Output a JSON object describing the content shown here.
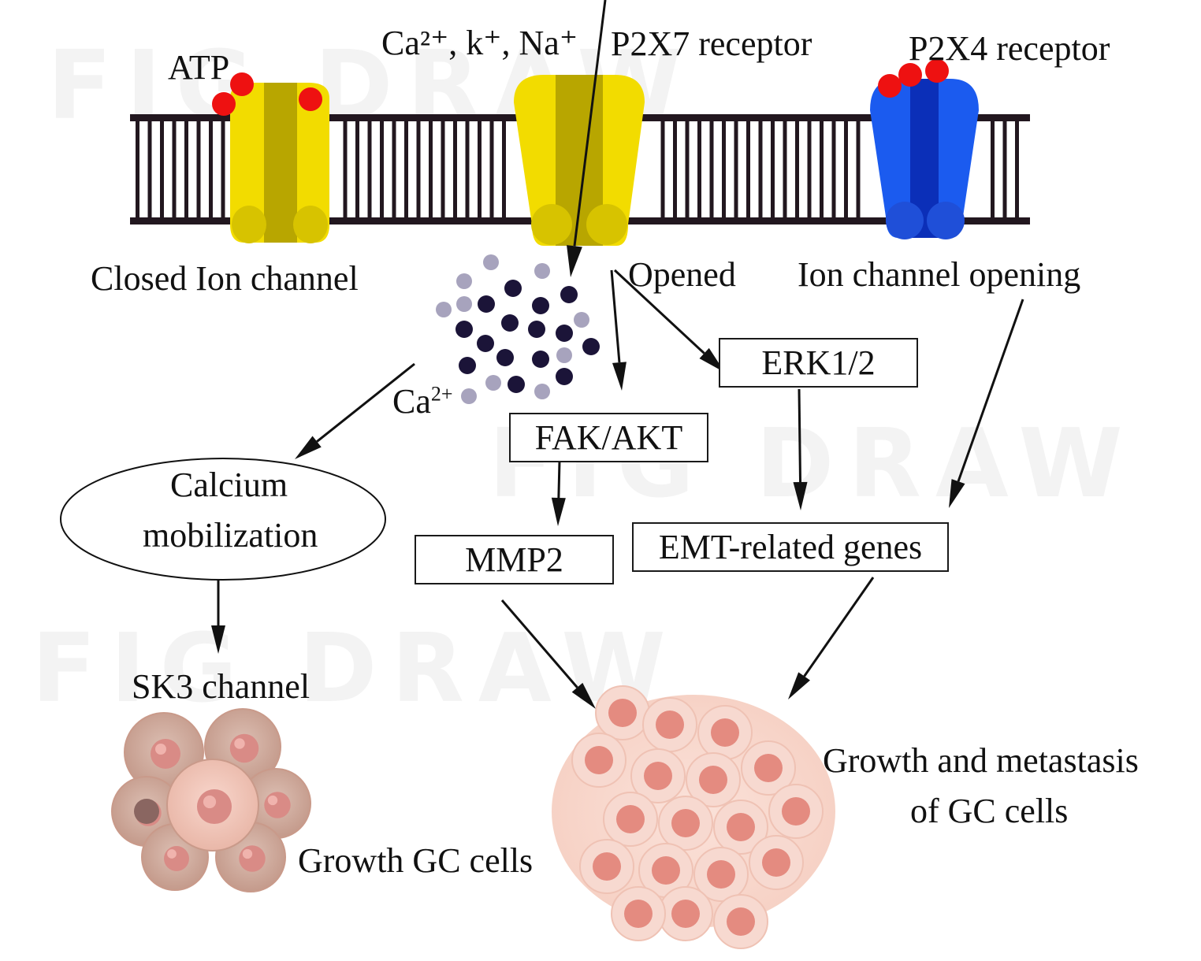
{
  "labels": {
    "atp": "ATP",
    "ions": "Ca²⁺, k⁺, Na⁺",
    "p2x7": "P2X7 receptor",
    "p2x4": "P2X4 receptor",
    "closed_channel": "Closed Ion channel",
    "opened": "Opened",
    "channel_opening": "Ion channel opening",
    "ca_label_base": "Ca",
    "ca_label_sup": "2+",
    "calcium_mobilization_line1": "Calcium",
    "calcium_mobilization_line2": "mobilization",
    "sk3": "SK3 channel",
    "growth_gc": "Growth GC cells",
    "growth_metastasis_line1": "Growth and metastasis",
    "growth_metastasis_line2": "of GC cells"
  },
  "boxes": {
    "erk": "ERK1/2",
    "fak_akt": "FAK/AKT",
    "mmp2": "MMP2",
    "emt": "EMT-related genes"
  },
  "watermark": "FIG DRAW",
  "colors": {
    "membrane": "#22171f",
    "p2x_yellow": "#f2dc00",
    "p2x_yellow_dark": "#b8a600",
    "p2x4_blue": "#1b5bef",
    "p2x4_blue_dark": "#0b2fb8",
    "atp_red": "#ee1111",
    "ion_dark": "#1b1438",
    "ion_light": "#a7a3bd",
    "cell_pink": "#f0b5a5",
    "cell_nucleus": "#e07c72"
  },
  "icons": [
    "atp-molecule-icon",
    "ion-channel-icon",
    "calcium-ion-icon",
    "gc-cell-cluster-icon",
    "metastasis-cell-cluster-icon"
  ]
}
